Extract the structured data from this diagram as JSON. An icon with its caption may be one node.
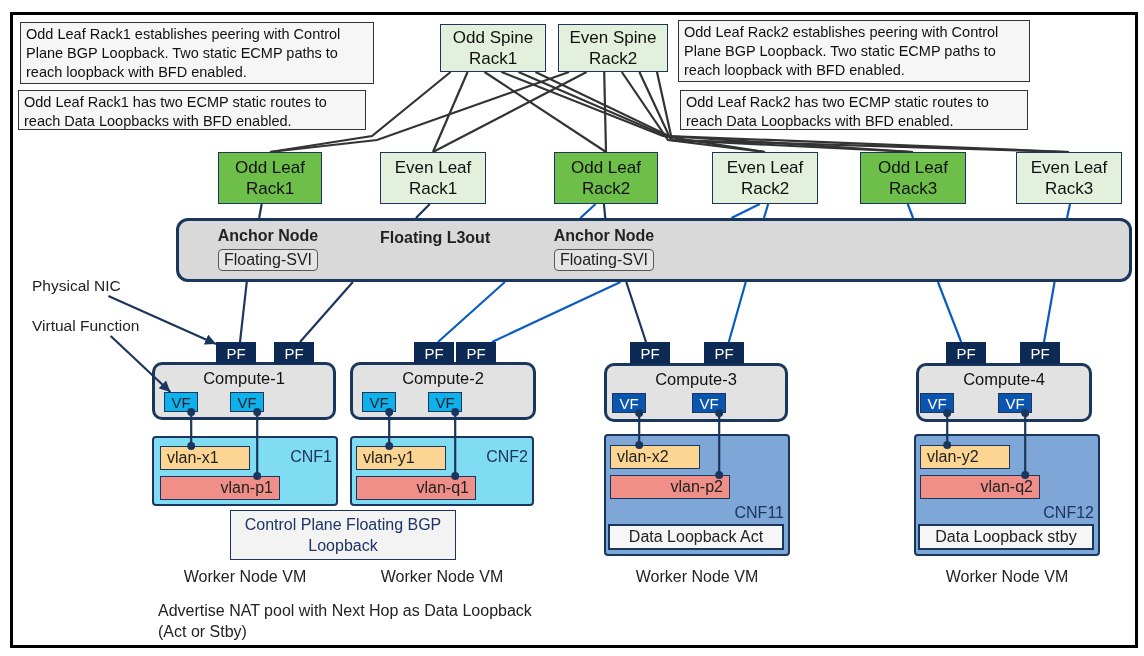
{
  "diagram": {
    "nodes": [
      {
        "text": [
          "Odd Leaf Rack1 establishes peering with Control Plane BGP Loopback. Two static ECMP paths to reach loopback with BFD enabled."
        ]
      },
      {
        "text": [
          "Odd Spine Rack1"
        ]
      },
      {
        "text": [
          "Even Spine Rack2"
        ]
      },
      {
        "text": [
          "Odd Leaf Rack2 establishes peering with Control Plane BGP Loopback. Two static ECMP paths to reach loopback with BFD enabled."
        ]
      },
      {
        "text": [
          "Odd Leaf Rack1 has two ECMP static routes to reach Data Loopbacks with BFD enabled."
        ]
      },
      {
        "text": [
          "Odd Leaf Rack2 has two ECMP static routes to reach Data Loopbacks with BFD enabled."
        ]
      },
      {
        "text": [
          "Odd Leaf Rack1"
        ]
      },
      {
        "text": [
          "Even Leaf Rack1"
        ]
      },
      {
        "text": [
          "Odd Leaf Rack2"
        ]
      },
      {
        "text": [
          "Even Leaf Rack2"
        ]
      },
      {
        "text": [
          "Odd Leaf Rack3"
        ]
      },
      {
        "text": [
          "Even Leaf Rack3"
        ]
      },
      {
        "text": [
          "Floating L3out"
        ]
      },
      {
        "text": [
          "Anchor Node",
          "Floating-SVI"
        ],
        "in": 12
      },
      {
        "text": [
          "Anchor Node",
          "Floating-SVI"
        ],
        "in": 12
      },
      {
        "text": [
          "Physical NIC"
        ]
      },
      {
        "text": [
          "Virtual Function"
        ]
      },
      {
        "text": [
          "PF"
        ]
      },
      {
        "text": [
          "PF"
        ]
      },
      {
        "text": [
          "Compute-1"
        ]
      },
      {
        "text": [
          "VF"
        ],
        "in": 19
      },
      {
        "text": [
          "VF"
        ],
        "in": 19
      },
      {
        "text": [
          "PF"
        ]
      },
      {
        "text": [
          "PF"
        ]
      },
      {
        "text": [
          "Compute-2"
        ]
      },
      {
        "text": [
          "VF"
        ],
        "in": 24
      },
      {
        "text": [
          "VF"
        ],
        "in": 24
      },
      {
        "text": [
          "PF"
        ]
      },
      {
        "text": [
          "PF"
        ]
      },
      {
        "text": [
          "Compute-3"
        ]
      },
      {
        "text": [
          "VF"
        ],
        "in": 29
      },
      {
        "text": [
          "VF"
        ],
        "in": 29
      },
      {
        "text": [
          "PF"
        ]
      },
      {
        "text": [
          "PF"
        ]
      },
      {
        "text": [
          "Compute-4"
        ]
      },
      {
        "text": [
          "VF"
        ],
        "in": 34
      },
      {
        "text": [
          "VF"
        ],
        "in": 34
      },
      {
        "text": [
          "CNF1"
        ]
      },
      {
        "text": [
          "vlan-x1"
        ],
        "in": 37
      },
      {
        "text": [
          "vlan-p1"
        ],
        "in": 37
      },
      {
        "text": [
          "CNF2"
        ]
      },
      {
        "text": [
          "vlan-y1"
        ],
        "in": 40
      },
      {
        "text": [
          "vlan-q1"
        ],
        "in": 40
      },
      {
        "text": [
          "Control Plane Floating BGP Loopback"
        ]
      },
      {
        "text": [
          "CNF11"
        ],
        "beside": [
          "Worker Node VM"
        ]
      },
      {
        "text": [
          "vlan-x2"
        ],
        "in": 44
      },
      {
        "text": [
          "vlan-p2"
        ],
        "in": 44
      },
      {
        "text": [
          "Data Loopback Act"
        ],
        "in": 44
      },
      {
        "text": [
          "CNF12"
        ],
        "beside": [
          "Worker Node VM"
        ]
      },
      {
        "text": [
          "vlan-y2"
        ],
        "in": 48
      },
      {
        "text": [
          "vlan-q2"
        ],
        "in": 48
      },
      {
        "text": [
          "Data Loopback stby"
        ],
        "in": 48
      }
    ],
    "edges": [
      {
        "from": 1,
        "to": 6,
        "arrow": "none",
        "color": "#333333"
      },
      {
        "from": 1,
        "to": 7,
        "arrow": "none",
        "color": "#333333"
      },
      {
        "from": 1,
        "to": 8,
        "arrow": "none",
        "color": "#333333"
      },
      {
        "from": 1,
        "to": 9,
        "arrow": "none",
        "color": "#333333"
      },
      {
        "from": 1,
        "to": 10,
        "arrow": "none",
        "color": "#333333"
      },
      {
        "from": 1,
        "to": 11,
        "arrow": "none",
        "color": "#333333"
      },
      {
        "from": 2,
        "to": 6,
        "arrow": "none",
        "color": "#333333"
      },
      {
        "from": 2,
        "to": 7,
        "arrow": "none",
        "color": "#333333"
      },
      {
        "from": 2,
        "to": 8,
        "arrow": "none",
        "color": "#333333"
      },
      {
        "from": 2,
        "to": 9,
        "arrow": "none",
        "color": "#333333"
      },
      {
        "from": 2,
        "to": 10,
        "arrow": "none",
        "color": "#333333"
      },
      {
        "from": 2,
        "to": 11,
        "arrow": "none",
        "color": "#333333"
      },
      {
        "from": 6,
        "to": 12,
        "arrow": "none"
      },
      {
        "from": 7,
        "to": 12,
        "arrow": "none"
      },
      {
        "from": 8,
        "to": 12,
        "arrow": "none",
        "color": "#0a5bc4"
      },
      {
        "from": 8,
        "to": 12,
        "arrow": "none"
      },
      {
        "from": 9,
        "to": 12,
        "arrow": "none",
        "color": "#0a5bc4"
      },
      {
        "from": 9,
        "to": 12,
        "arrow": "none",
        "color": "#0a5bc4"
      },
      {
        "from": 10,
        "to": 12,
        "arrow": "none",
        "color": "#0a5bc4"
      },
      {
        "from": 11,
        "to": 12,
        "arrow": "none",
        "color": "#0a5bc4"
      },
      {
        "from": 12,
        "to": 17,
        "arrow": "none"
      },
      {
        "from": 12,
        "to": 18,
        "arrow": "none"
      },
      {
        "from": 12,
        "to": 22,
        "arrow": "none",
        "color": "#0a5bc4"
      },
      {
        "from": 12,
        "to": 23,
        "arrow": "none",
        "color": "#0a5bc4"
      },
      {
        "from": 12,
        "to": 27,
        "arrow": "none"
      },
      {
        "from": 12,
        "to": 28,
        "arrow": "none",
        "color": "#0a5bc4"
      },
      {
        "from": 12,
        "to": 32,
        "arrow": "none",
        "color": "#0a5bc4"
      },
      {
        "from": 12,
        "to": 33,
        "arrow": "none",
        "color": "#0a5bc4"
      },
      {
        "from": 15,
        "to": 17,
        "arrow": "to"
      },
      {
        "from": 16,
        "to": 20,
        "arrow": "to"
      },
      {
        "from": 20,
        "to": 38,
        "arrow": "other"
      },
      {
        "from": 21,
        "to": 39,
        "arrow": "other"
      },
      {
        "from": 25,
        "to": 41,
        "arrow": "other"
      },
      {
        "from": 26,
        "to": 42,
        "arrow": "other"
      },
      {
        "from": 30,
        "to": 45,
        "arrow": "other"
      },
      {
        "from": 31,
        "to": 46,
        "arrow": "other"
      },
      {
        "from": 35,
        "to": 49,
        "arrow": "other"
      },
      {
        "from": 36,
        "to": 50,
        "arrow": "other"
      }
    ],
    "labels": [
      "Worker Node VM",
      "Worker Node VM",
      "Advertise NAT pool with Next Hop as Data Loopback (Act or Stby)"
    ]
  }
}
